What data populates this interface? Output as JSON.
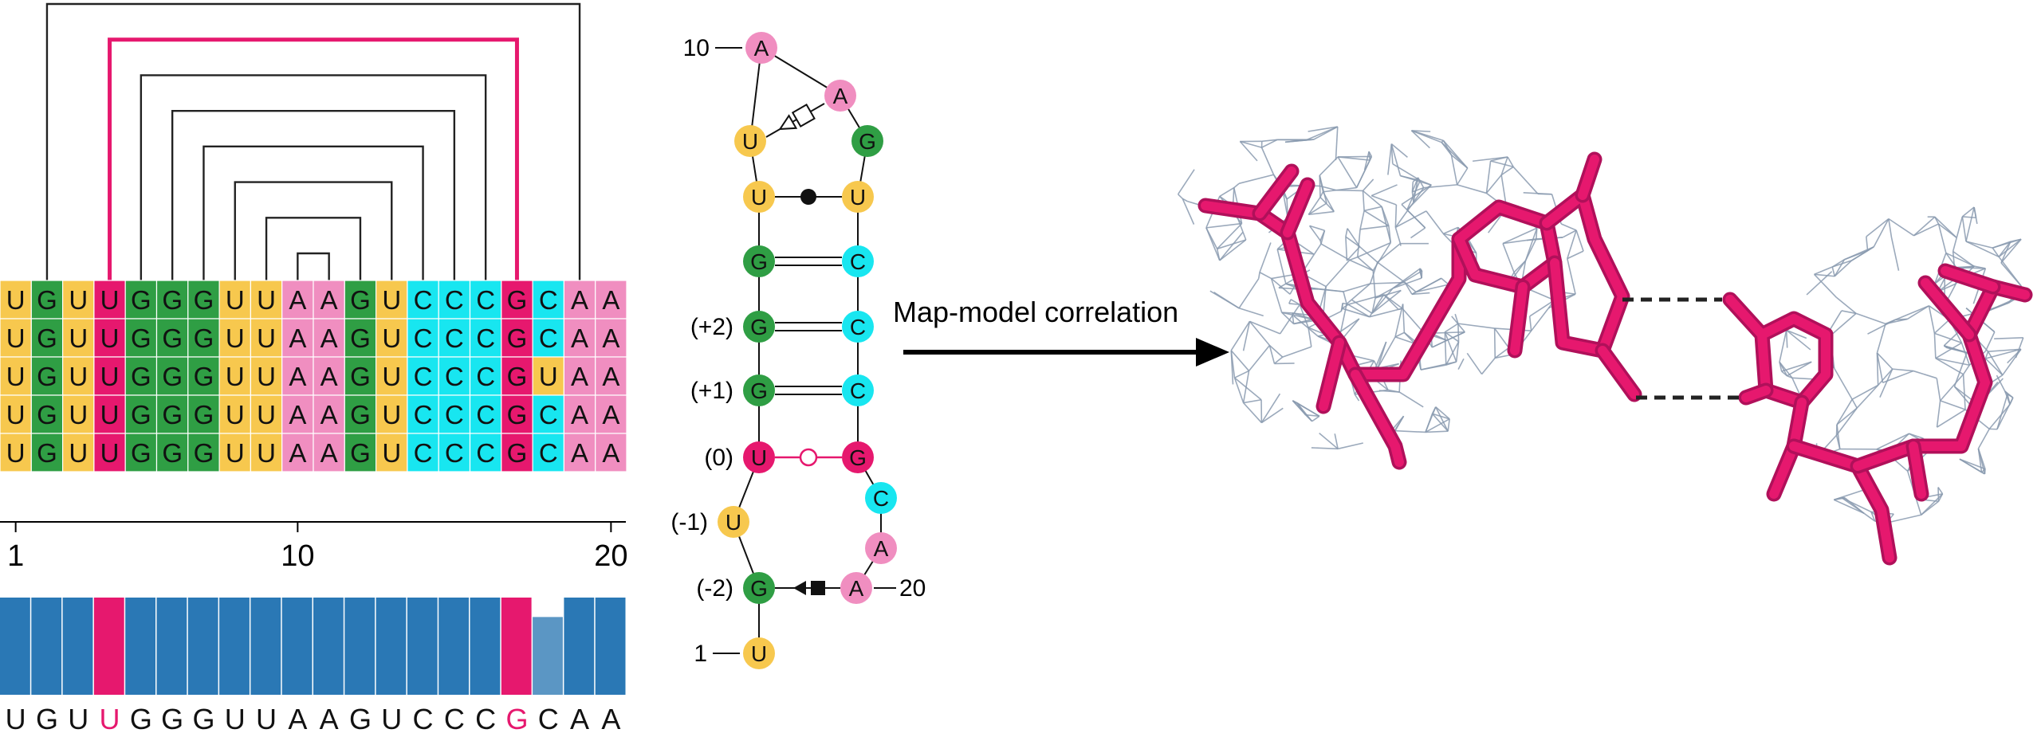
{
  "colors": {
    "U": "#f7c84e",
    "G": "#2f9e44",
    "A": "#f08ec0",
    "C": "#18e6f0",
    "highlight": "#e6186e",
    "bar": "#2a78b5",
    "bar_light": "#5b96c4",
    "mesh": "#8a9bb0"
  },
  "alignment": {
    "rows": [
      "UGUUGGGUUAAGUCCCGCAA",
      "UGUUGGGUUAAGUCCCGCAA",
      "UGUUGGGUUAAGUCCCGUAA",
      "UGUUGGGUUAAGUCCCGCAA",
      "UGUUGGGUUAAGUCCCGCAA"
    ],
    "highlight_positions": [
      4,
      17
    ],
    "axis_ticks": [
      {
        "pos": 1,
        "label": "1"
      },
      {
        "pos": 10,
        "label": "10"
      },
      {
        "pos": 20,
        "label": "20"
      }
    ],
    "arcs": [
      {
        "i": 2,
        "j": 19,
        "highlight": false
      },
      {
        "i": 4,
        "j": 17,
        "highlight": true
      },
      {
        "i": 5,
        "j": 16,
        "highlight": false
      },
      {
        "i": 6,
        "j": 15,
        "highlight": false
      },
      {
        "i": 7,
        "j": 14,
        "highlight": false
      },
      {
        "i": 8,
        "j": 13,
        "highlight": false
      },
      {
        "i": 9,
        "j": 12,
        "highlight": false
      },
      {
        "i": 10,
        "j": 11,
        "highlight": false
      }
    ]
  },
  "conservation": {
    "values": [
      1,
      1,
      1,
      1,
      1,
      1,
      1,
      1,
      1,
      1,
      1,
      1,
      1,
      1,
      1,
      1,
      1,
      0.8,
      1,
      1
    ],
    "sequence": "UGUUGGGUUAAGUCCCGCAA"
  },
  "structure": {
    "nucleotides": [
      {
        "n": 1,
        "b": "U",
        "label": "1"
      },
      {
        "n": 2,
        "b": "G",
        "label": "(-2)"
      },
      {
        "n": 3,
        "b": "U",
        "label": "(-1)"
      },
      {
        "n": 4,
        "b": "U",
        "label": "(0)"
      },
      {
        "n": 5,
        "b": "G",
        "label": "(+1)"
      },
      {
        "n": 6,
        "b": "G",
        "label": "(+2)"
      },
      {
        "n": 7,
        "b": "G",
        "label": ""
      },
      {
        "n": 8,
        "b": "U",
        "label": ""
      },
      {
        "n": 9,
        "b": "U",
        "label": ""
      },
      {
        "n": 10,
        "b": "A",
        "label": "10"
      },
      {
        "n": 11,
        "b": "A",
        "label": ""
      },
      {
        "n": 12,
        "b": "G",
        "label": ""
      },
      {
        "n": 13,
        "b": "U",
        "label": ""
      },
      {
        "n": 14,
        "b": "C",
        "label": ""
      },
      {
        "n": 15,
        "b": "C",
        "label": ""
      },
      {
        "n": 16,
        "b": "C",
        "label": ""
      },
      {
        "n": 17,
        "b": "G",
        "label": ""
      },
      {
        "n": 18,
        "b": "C",
        "label": ""
      },
      {
        "n": 19,
        "b": "A",
        "label": ""
      },
      {
        "n": 20,
        "b": "A",
        "label": "20"
      }
    ],
    "pairs": [
      {
        "a": 7,
        "b": 14,
        "type": "canonical"
      },
      {
        "a": 6,
        "b": 15,
        "type": "canonical"
      },
      {
        "a": 5,
        "b": 16,
        "type": "canonical"
      },
      {
        "a": 8,
        "b": 13,
        "type": "dot"
      },
      {
        "a": 4,
        "b": 17,
        "type": "open-circle"
      },
      {
        "a": 2,
        "b": 20,
        "type": "triangle-square"
      },
      {
        "a": 9,
        "b": 11,
        "type": "open-triangle-square"
      }
    ]
  },
  "arrow": {
    "label": "Map-model correlation"
  }
}
